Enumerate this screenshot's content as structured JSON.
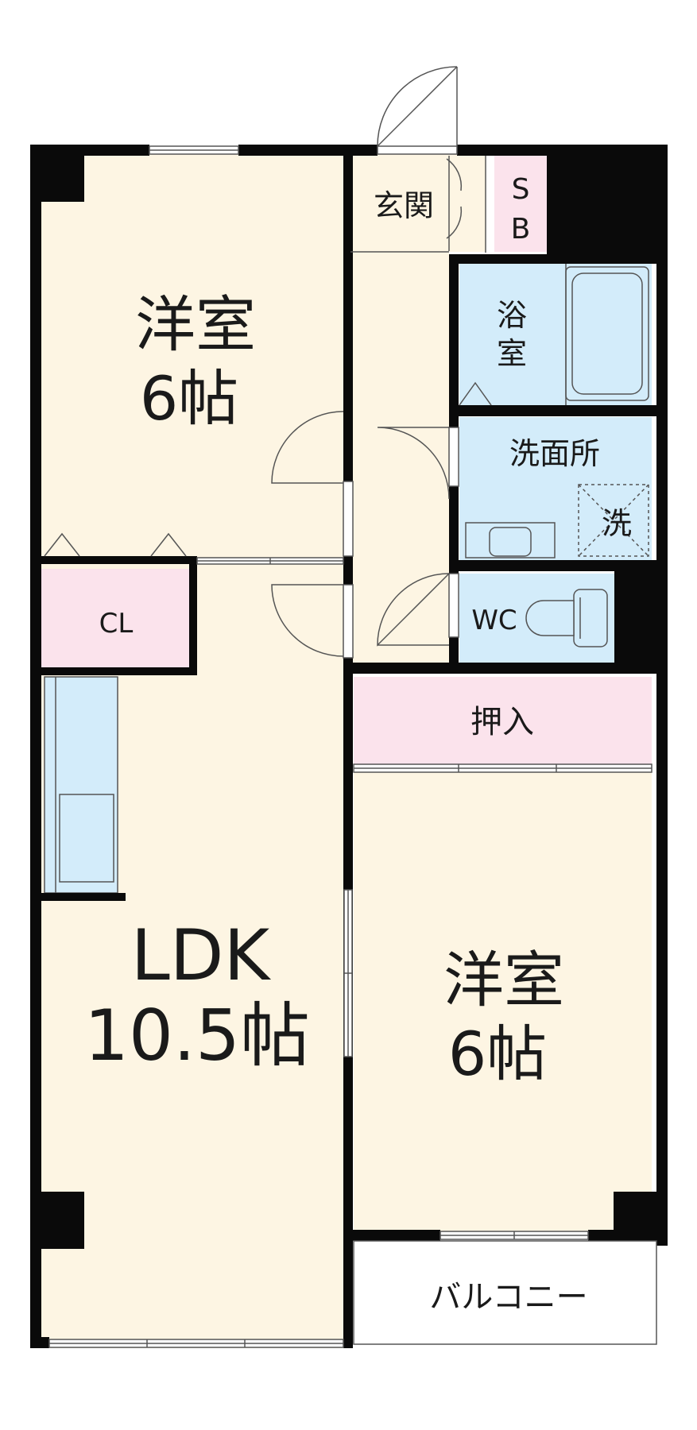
{
  "rooms": {
    "western_room_1": {
      "name": "洋室",
      "size": "6帖"
    },
    "closet": {
      "name": "CL"
    },
    "ldk": {
      "name": "LDK",
      "size": "10.5帖"
    },
    "entrance": {
      "name": "玄関"
    },
    "shoe_box": {
      "line1": "S",
      "line2": "B"
    },
    "bathroom": {
      "line1": "浴",
      "line2": "室"
    },
    "washroom": {
      "name": "洗面所"
    },
    "washer_space": {
      "name": "洗"
    },
    "toilet": {
      "name": "WC"
    },
    "storage": {
      "name": "押入"
    },
    "western_room_2": {
      "name": "洋室",
      "size": "6帖"
    },
    "balcony": {
      "name": "バルコニー"
    }
  },
  "colors": {
    "wall": "#0a0a0a",
    "room_floor": "#fdf5e3",
    "wet_area": "#d3ecfa",
    "storage": "#fbe3ec",
    "exterior": "#ffffff",
    "line": "#555555"
  }
}
